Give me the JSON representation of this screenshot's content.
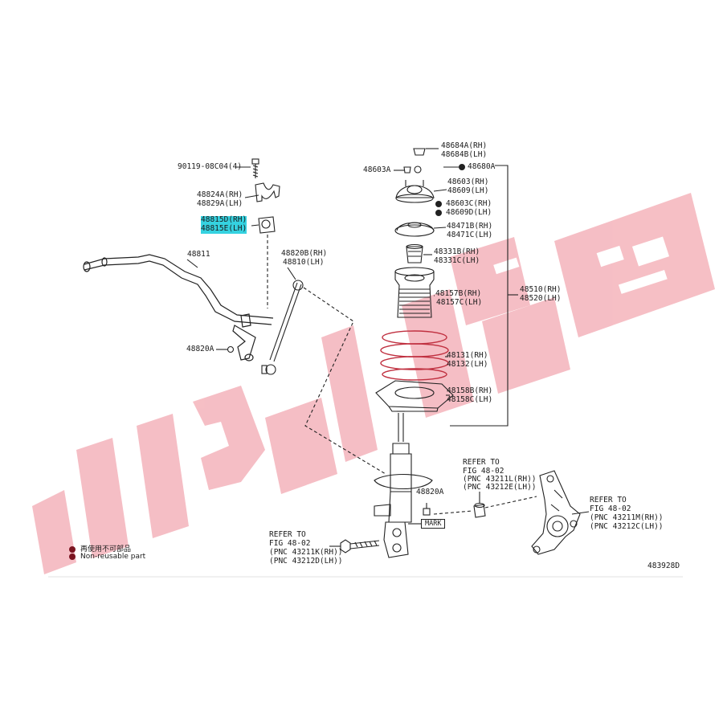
{
  "labels": {
    "bolt": "90119-08C04(4)",
    "bracket_1": "48824A(RH)",
    "bracket_2": "48829A(LH)",
    "bushing_1": "48815D(RH)",
    "bushing_2": "48815E(LH)",
    "stabilizer_bar": "48811",
    "link_1": "48820B(RH)",
    "link_2": "48810(LH)",
    "link_nut": "48820A",
    "cap_1": "48684A(RH)",
    "cap_2": "48684B(LH)",
    "nut_a": "48603A",
    "nut_b": "48680A",
    "support_1": "48603(RH)",
    "support_2": "48609(LH)",
    "support_nut_1": "48603C(RH)",
    "support_nut_2": "48609D(LH)",
    "seat_1": "48471B(RH)",
    "seat_2": "48471C(LH)",
    "bumper_1": "48331B(RH)",
    "bumper_2": "48331C(LH)",
    "boot_1": "48157B(RH)",
    "boot_2": "48157C(LH)",
    "spring_1": "48131(RH)",
    "spring_2": "48132(LH)",
    "lower_seat_1": "48158B(RH)",
    "lower_seat_2": "48158C(LH)",
    "strut_assy_1": "48510(RH)",
    "strut_assy_2": "48520(LH)",
    "strut_nut": "48820A",
    "mark": "MARK",
    "ref_top_1": "REFER TO",
    "ref_top_2": "FIG 48-02",
    "ref_top_3": "(PNC 43211L(RH))",
    "ref_top_4": "(PNC 43212E(LH))",
    "ref_right_1": "REFER TO",
    "ref_right_2": "FIG 48-02",
    "ref_right_3": "(PNC 43211M(RH))",
    "ref_right_4": "(PNC 43212C(LH))",
    "ref_left_1": "REFER TO",
    "ref_left_2": "FIG 48-02",
    "ref_left_3": "(PNC 43211K(RH))",
    "ref_left_4": "(PNC 43212D(LH))",
    "legend_1": "再使用不可部品",
    "legend_2": "Non-reusable part",
    "figure_code": "483928D",
    "watermark": "ﻻﺷﻘﺎ"
  },
  "colors": {
    "watermark": "#f5b8bf",
    "highlight": "#35d2e0",
    "spring": "#c03040",
    "line": "#222222"
  }
}
